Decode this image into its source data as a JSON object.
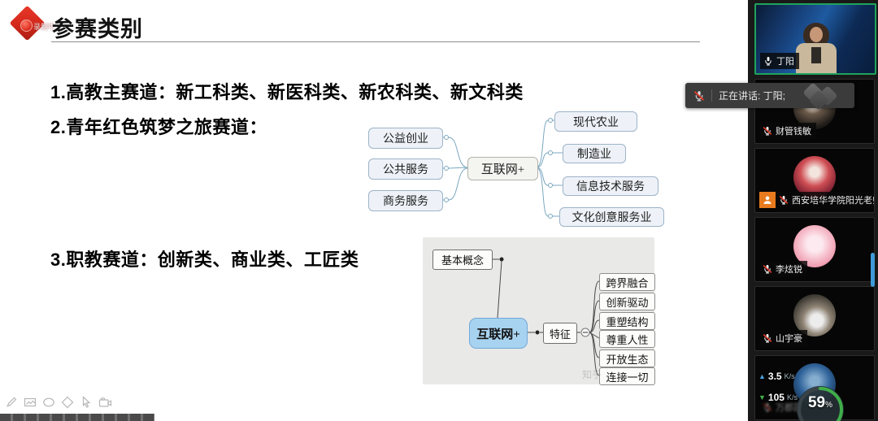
{
  "slide": {
    "recording_label": "录制中",
    "title": "参赛类别",
    "items": [
      "1.高教主赛道：新工科类、新医科类、新农科类、新文科类",
      "2.青年红色筑梦之旅赛道：",
      "3.职教赛道：创新类、商业类、工匠类"
    ],
    "mindmap1": {
      "left_nodes": [
        "公益创业",
        "公共服务",
        "商务服务"
      ],
      "center": "互联网+",
      "right_nodes": [
        "现代农业",
        "制造业",
        "信息技术服务",
        "文化创意服务业"
      ]
    },
    "mindmap2": {
      "concept": "基本概念",
      "center": "互联网+",
      "feature_label": "特征",
      "collapse_glyph": "−",
      "features": [
        "跨界融合",
        "创新驱动",
        "重塑结构",
        "尊重人性",
        "开放生态",
        "连接一切"
      ],
      "watermark": "知乎"
    }
  },
  "annotation_toolbar": {
    "icons": [
      "pencil",
      "image",
      "ellipse",
      "diamond",
      "cursor",
      "camera"
    ]
  },
  "speaking_toast": {
    "text": "正在讲话: 丁阳;"
  },
  "participants": [
    {
      "name": "丁阳",
      "muted": false,
      "active_speaker": true
    },
    {
      "name": "财管钱敏",
      "muted": true
    },
    {
      "name": "西安培华学院阳光老师",
      "muted": true,
      "role_badge": "host"
    },
    {
      "name": "李炫锐",
      "muted": true
    },
    {
      "name": "山宇豪",
      "muted": true
    },
    {
      "name": "万郡邵",
      "muted": true,
      "obscured": true
    }
  ],
  "performance_overlay": {
    "upload": "3.5",
    "upload_unit": "K/s",
    "download": "105",
    "download_unit": "K/s",
    "percent": "59",
    "percent_sign": "%"
  },
  "colors": {
    "active_speaker_green": "#1fa35c",
    "record_red": "#d92b1c",
    "mindmap_blue": "#a8d3f0",
    "scrollbar_blue": "#3f9bd8",
    "up_arrow_blue": "#4a9fd8",
    "down_arrow_green": "#45b04a",
    "ring_green": "#3fae49",
    "host_badge_orange": "#e87a1e"
  }
}
